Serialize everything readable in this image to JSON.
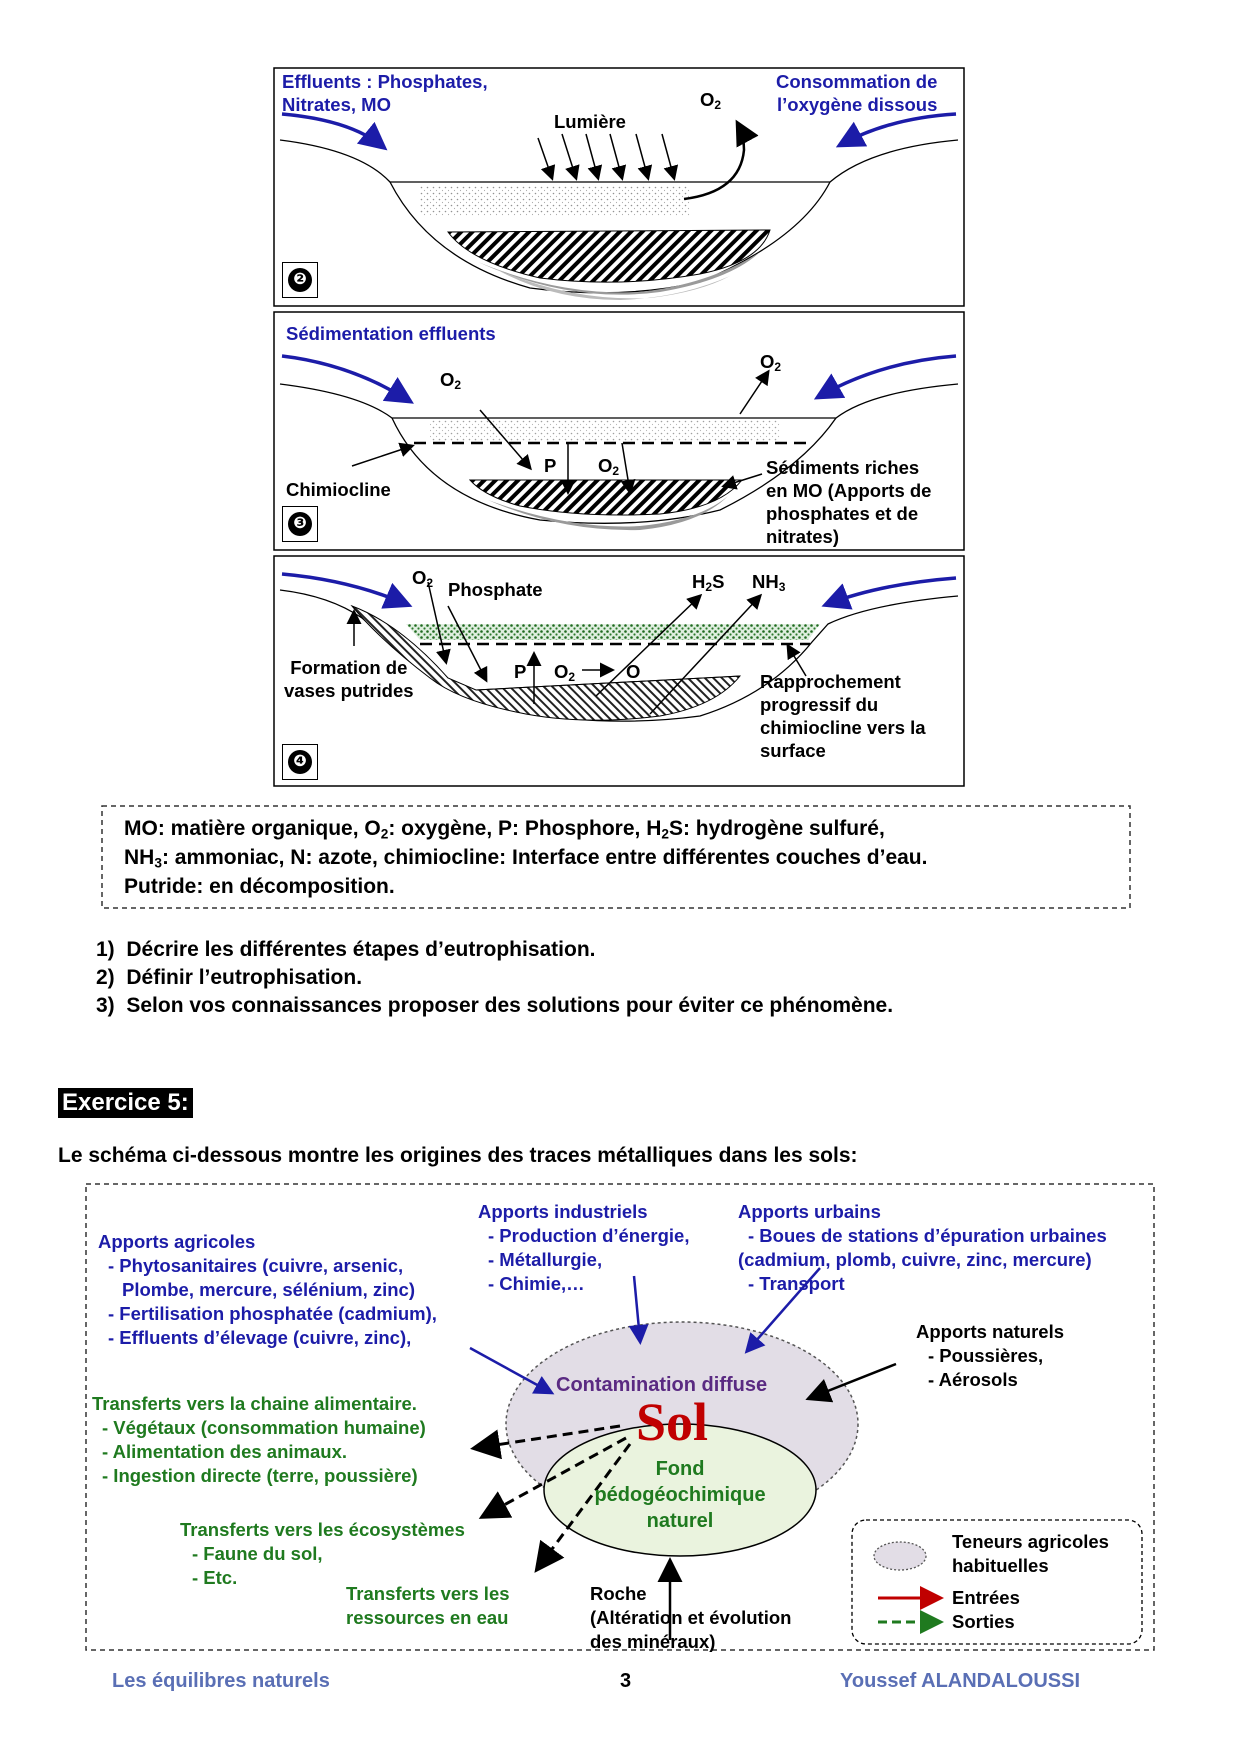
{
  "panel2": {
    "number": "❷",
    "effluents": [
      "Effluents : Phosphates,",
      "Nitrates, MO"
    ],
    "consommation": [
      "Consommation de",
      "l’oxygène dissous"
    ],
    "lumiere": "Lumière",
    "o2": "O",
    "o2_sub": "2"
  },
  "panel3": {
    "number": "❸",
    "title": "Sédimentation effluents",
    "o2_left": "O",
    "o2_right": "O",
    "o2_mid": "O",
    "sub2": "2",
    "p": "P",
    "chimiocline": "Chimiocline",
    "sediments": [
      "Sédiments riches",
      "en MO (Apports de",
      "phosphates et de",
      "nitrates)"
    ]
  },
  "panel4": {
    "number": "❹",
    "o2": "O",
    "sub2": "2",
    "phosphate": "Phosphate",
    "h2s_h": "H",
    "h2s_s": "S",
    "nh3": "NH",
    "sub3": "3",
    "formation": [
      "Formation de",
      "vases putrides"
    ],
    "p": "P",
    "o2_mid": "O",
    "o": "O",
    "rapprochement": [
      "Rapprochement",
      "progressif du",
      "chimiocline vers la",
      "surface"
    ]
  },
  "glossary": {
    "line1_a": "MO: matière organique,  O",
    "line1_b": ": oxygène,  P: Phosphore,  H",
    "line1_c": "S: hydrogène sulfuré,",
    "line2_a": "NH",
    "line2_b": ": ammoniac,  N: azote, chimiocline: Interface entre différentes couches d’eau.",
    "line3": "Putride: en décomposition.",
    "sub2": "2",
    "sub3": "3"
  },
  "questions": [
    {
      "num": "1)",
      "text": "Décrire les différentes étapes d’eutrophisation."
    },
    {
      "num": "2)",
      "text": "Définir l’eutrophisation."
    },
    {
      "num": "3)",
      "text": "Selon vos connaissances proposer des solutions pour éviter ce phénomène."
    }
  ],
  "exercise": {
    "title": "Exercice 5:",
    "intro": "Le schéma ci-dessous montre les origines des traces métalliques dans les sols:"
  },
  "diagram": {
    "apports_agricoles": [
      "Apports agricoles",
      "- Phytosanitaires (cuivre, arsenic,",
      "Plombe, mercure, sélénium, zinc)",
      "- Fertilisation phosphatée (cadmium),",
      "- Effluents d’élevage (cuivre, zinc),"
    ],
    "apports_industriels": [
      "Apports industriels",
      "- Production d’énergie,",
      "- Métallurgie,",
      "- Chimie,…"
    ],
    "apports_urbains": [
      "Apports urbains",
      "- Boues de stations d’épuration urbaines",
      "(cadmium, plomb, cuivre, zinc, mercure)",
      "- Transport"
    ],
    "apports_naturels": [
      "Apports naturels",
      "- Poussières,",
      "- Aérosols"
    ],
    "transferts_chaine": [
      "Transferts vers la chaine alimentaire.",
      "- Végétaux (consommation humaine)",
      "- Alimentation des animaux.",
      "- Ingestion directe (terre, poussière)"
    ],
    "transferts_eco": [
      "Transferts vers les écosystèmes",
      "- Faune du sol,",
      "- Etc."
    ],
    "transferts_eau": [
      "Transferts vers les",
      "ressources en eau"
    ],
    "roche": [
      "Roche",
      "(Altération et évolution",
      "des minéraux)"
    ],
    "contamination": "Contamination diffuse",
    "sol": "Sol",
    "fond": [
      "Fond",
      "pédogéochimique",
      "naturel"
    ],
    "legend": {
      "teneurs": [
        "Teneurs agricoles",
        "habituelles"
      ],
      "entrees": "Entrées",
      "sorties": "Sorties"
    },
    "colors": {
      "blue": "#1c1ca8",
      "green": "#1f7a1f",
      "purple": "#5a2a82",
      "red": "#c00000",
      "ellipse_fill": "#e2dde6",
      "inner_fill": "#eaf3de"
    }
  },
  "footer": {
    "left": "Les équilibres naturels",
    "page": "3",
    "right": "Youssef ALANDALOUSSI"
  }
}
